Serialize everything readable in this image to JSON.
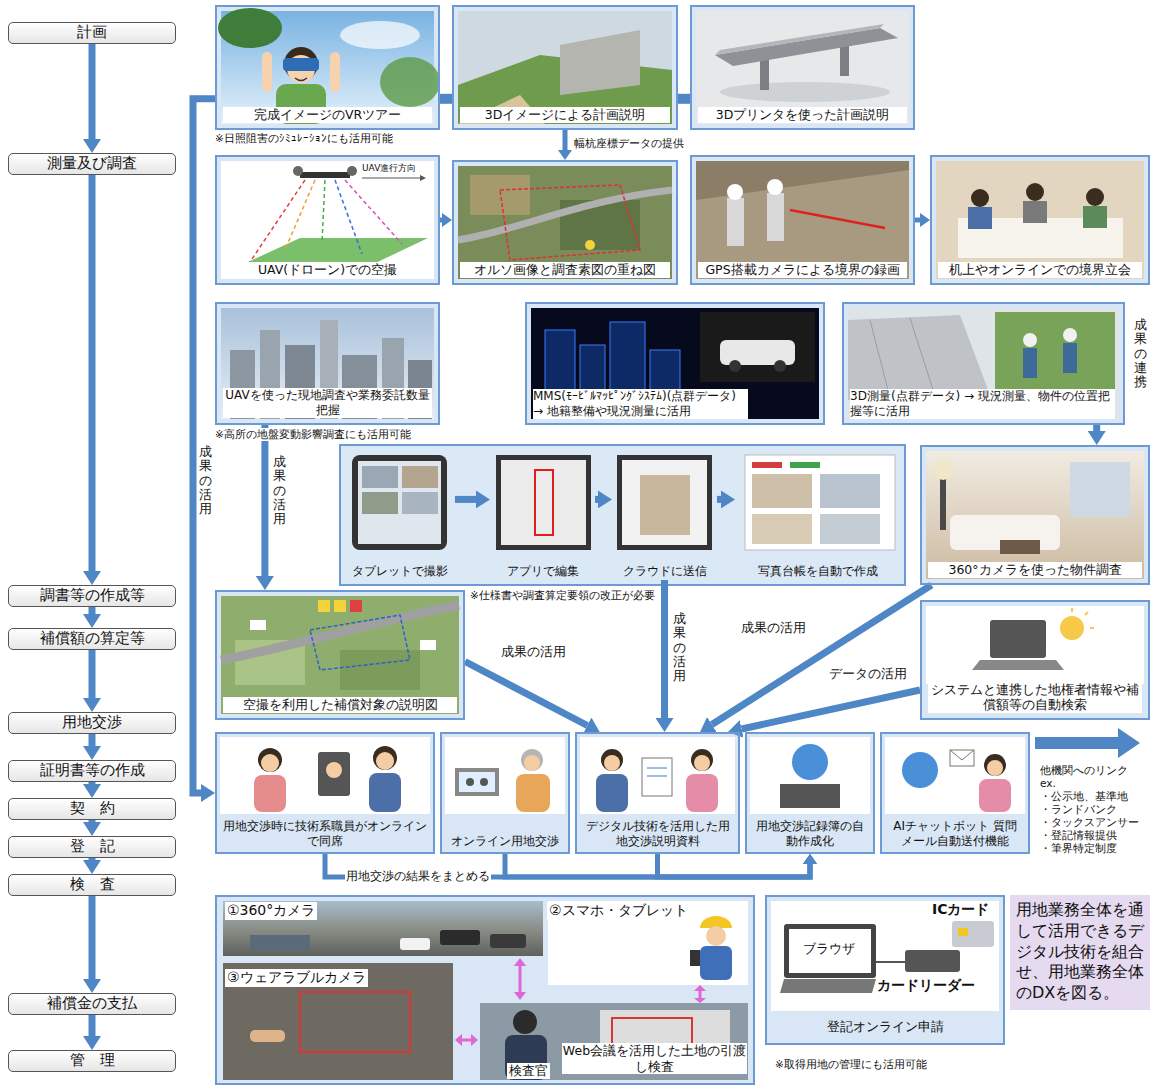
{
  "diagram": {
    "nodes": [
      {
        "text": [
          "計画"
        ]
      },
      {
        "text": [
          "測量及び調査"
        ]
      },
      {
        "text": [
          "調書等の作成等"
        ]
      },
      {
        "text": [
          "補償額の算定等"
        ]
      },
      {
        "text": [
          "用地交渉"
        ]
      },
      {
        "text": [
          "証明書等の作成"
        ]
      },
      {
        "text": [
          "契　約"
        ]
      },
      {
        "text": [
          "登　記"
        ]
      },
      {
        "text": [
          "検　査"
        ]
      },
      {
        "text": [
          "補償金の支払"
        ]
      },
      {
        "text": [
          "管　理"
        ]
      },
      {
        "text": [
          "完成イメージのVRツアー"
        ]
      },
      {
        "text": [
          "3Dイメージによる計画説明"
        ]
      },
      {
        "text": [
          "3Dプリンタを使った計画説明"
        ]
      },
      {
        "text": [
          "UAV(ドローン)での空撮"
        ]
      },
      {
        "text": [
          "オルソ画像と調査素図の重ね図"
        ]
      },
      {
        "text": [
          "GPS搭載カメラによる境界の録画"
        ]
      },
      {
        "text": [
          "机上やオンラインでの境界立会"
        ]
      },
      {
        "text": [
          "UAVを使った現地調査や業務委託数量把握"
        ]
      },
      {
        "text": [
          "MMS(ﾓｰﾋﾞﾙﾏｯﾋﾟﾝｸﾞｼｽﾃﾑ)(点群データ) → 地籍整備や現況測量に活用"
        ]
      },
      {
        "text": [
          "3D測量(点群データ) → 現況測量、物件の位置把握等に活用"
        ]
      },
      {
        "text": [
          "タブレットで撮影"
        ]
      },
      {
        "text": [
          "アプリで編集"
        ]
      },
      {
        "text": [
          "クラウドに送信"
        ]
      },
      {
        "text": [
          "写真台帳を自動で作成"
        ]
      },
      {
        "text": [
          "360°カメラを使った物件調査"
        ]
      },
      {
        "text": [
          "空撮を利用した補償対象の説明図"
        ]
      },
      {
        "text": [
          "システムと連携した地権者情報や補償額等の自動検索"
        ]
      },
      {
        "text": [
          "用地交渉時に技術系職員がオンラインで同席"
        ]
      },
      {
        "text": [
          "オンライン用地交渉"
        ]
      },
      {
        "text": [
          "デジタル技術を活用した用地交渉説明資料"
        ]
      },
      {
        "text": [
          "用地交渉記録簿の自動作成化"
        ]
      },
      {
        "text": [
          "AIチャットボット 質問メール自動送付機能"
        ]
      },
      {
        "text": [
          "①360°カメラ",
          "②スマホ・タブレット",
          "③ウェアラブルカメラ",
          "検査官",
          "Web会議を活用した土地の引渡し検査"
        ]
      },
      {
        "text": [
          "ブラウザ",
          "ICカード",
          "カードリーダー",
          "登記オンライン申請"
        ]
      },
      {
        "text": [
          "用地業務全体を通して活用できるデジタル技術を組合せ、用地業務全体のDXを図る。"
        ]
      }
    ],
    "edges": [
      {
        "from": 0,
        "to": 1,
        "arrow": "to"
      },
      {
        "from": 1,
        "to": 2,
        "arrow": "to"
      },
      {
        "from": 2,
        "to": 3,
        "arrow": "to"
      },
      {
        "from": 3,
        "to": 4,
        "arrow": "to"
      },
      {
        "from": 4,
        "to": 5,
        "arrow": "to"
      },
      {
        "from": 5,
        "to": 6,
        "arrow": "to"
      },
      {
        "from": 6,
        "to": 7,
        "arrow": "to"
      },
      {
        "from": 7,
        "to": 8,
        "arrow": "to"
      },
      {
        "from": 8,
        "to": 9,
        "arrow": "to"
      },
      {
        "from": 9,
        "to": 10,
        "arrow": "to"
      },
      {
        "from": 11,
        "to": 12,
        "arrow": "none"
      },
      {
        "from": 12,
        "to": 13,
        "arrow": "none"
      },
      {
        "from": 12,
        "to": 15,
        "arrow": "to",
        "label": "幅杭座標データの提供"
      },
      {
        "from": 14,
        "to": 15,
        "arrow": "to"
      },
      {
        "from": 16,
        "to": 17,
        "arrow": "to"
      },
      {
        "from": 11,
        "to": 28,
        "arrow": "to",
        "label": "成果の活用"
      },
      {
        "from": 18,
        "to": 26,
        "arrow": "to",
        "label": "成果の活用"
      },
      {
        "from": 20,
        "to": 25,
        "arrow": "to",
        "label": "成果の連携"
      },
      {
        "from": 21,
        "to": 22,
        "arrow": "to"
      },
      {
        "from": 22,
        "to": 23,
        "arrow": "to"
      },
      {
        "from": 23,
        "to": 24,
        "arrow": "to"
      },
      {
        "from": 26,
        "to": 30,
        "arrow": "to",
        "label": "成果の活用"
      },
      {
        "from": 23,
        "to": 30,
        "arrow": "to",
        "label": "成果の活用"
      },
      {
        "from": 25,
        "to": 30,
        "arrow": "to",
        "label": "成果の活用"
      },
      {
        "from": 27,
        "to": 30,
        "arrow": "to",
        "label": "データの活用"
      },
      {
        "from": 28,
        "to": 31,
        "arrow": "to",
        "label": "用地交渉の結果をまとめる"
      },
      {
        "from": 29,
        "to": 31,
        "arrow": "to"
      },
      {
        "from": 30,
        "to": 31,
        "arrow": "to"
      }
    ],
    "labels": [
      "※日照阻害のｼﾐｭﾚｰｼｮﾝにも活用可能",
      "UAV進行方向",
      "※高所の地盤変動影響調査にも活用可能",
      "※仕様書や調査算定要領の改正が必要",
      "他機関へのリンク",
      "ex.",
      "・公示地、基準地",
      "・ランドバンク",
      "・タックスアンサー",
      "・登記情報提供",
      "・筆界特定制度",
      "※取得用地の管理にも活用可能"
    ]
  }
}
